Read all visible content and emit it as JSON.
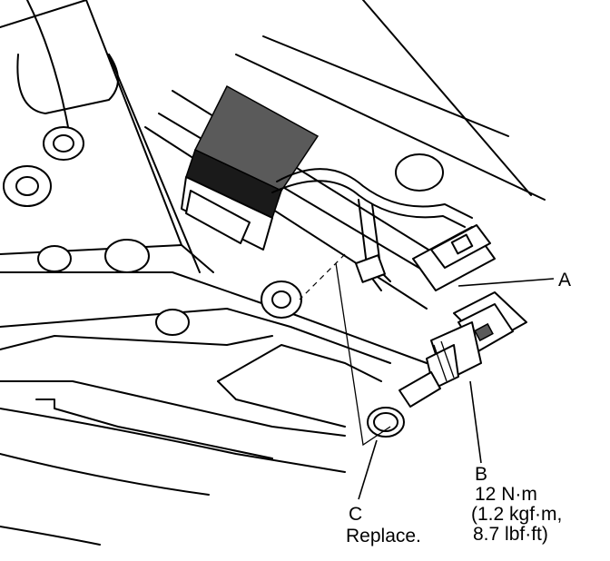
{
  "labels": {
    "a": {
      "letter": "A"
    },
    "b": {
      "letter": "B",
      "torque": "12 N·m",
      "torque_kgf": "(1.2 kgf·m,",
      "torque_lbf": "8.7 lbf·ft)"
    },
    "c": {
      "letter": "C",
      "note": "Replace."
    }
  }
}
